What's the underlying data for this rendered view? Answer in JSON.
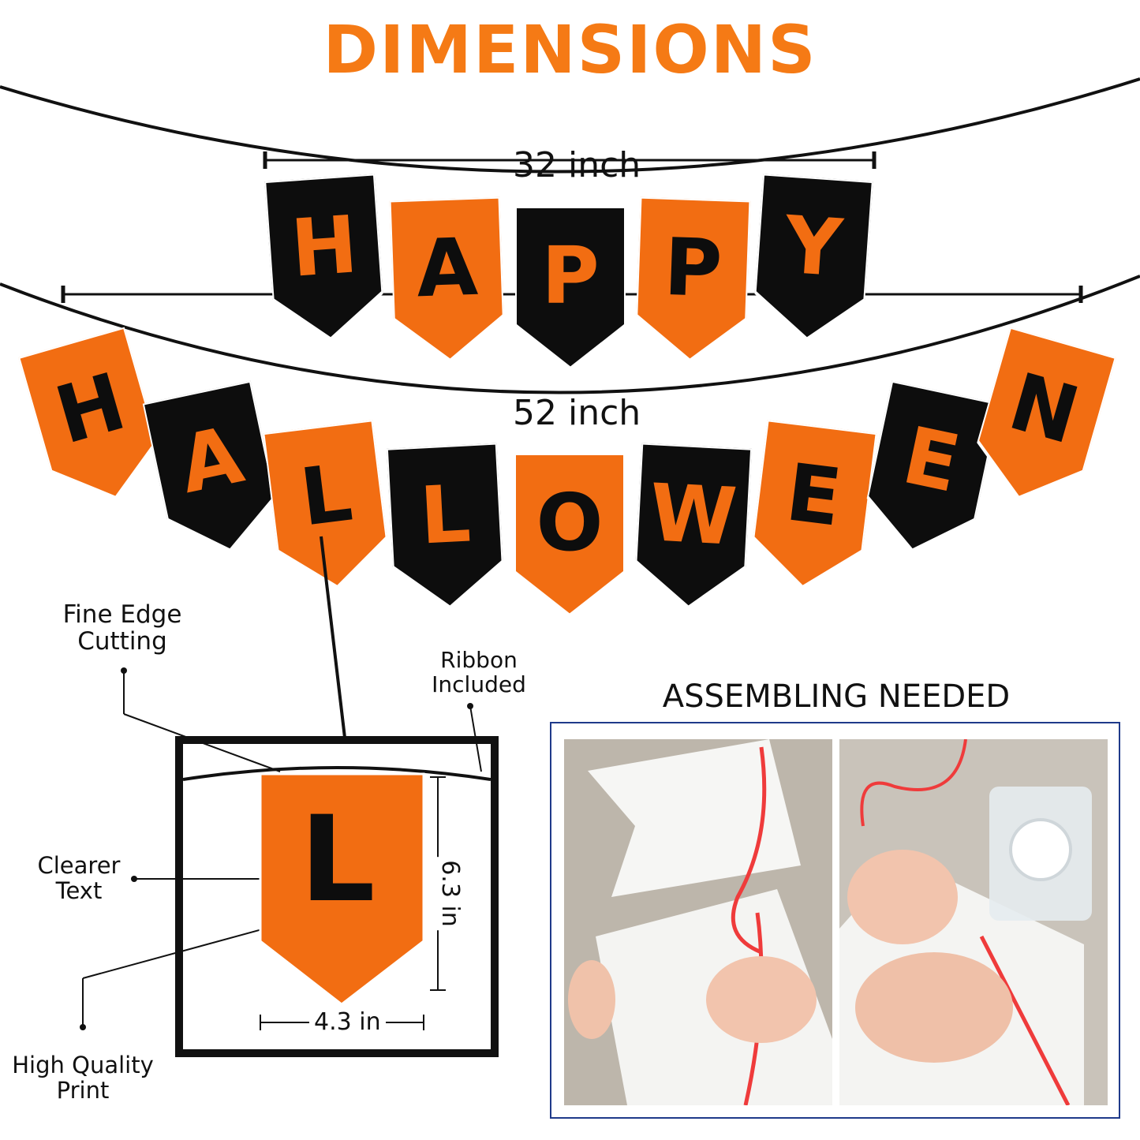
{
  "title": "DIMENSIONS",
  "dimensions": {
    "top_banner": "32 inch",
    "bottom_banner": "52 inch"
  },
  "banners": {
    "happy": [
      "H",
      "A",
      "P",
      "P",
      "Y"
    ],
    "halloween": [
      "H",
      "A",
      "L",
      "L",
      "O",
      "W",
      "E",
      "E",
      "N"
    ]
  },
  "detail": {
    "letter": "L",
    "height": "6.3 in",
    "width": "4.3 in"
  },
  "callouts": {
    "fine_edge": "Fine Edge\nCutting",
    "ribbon": "Ribbon\nIncluded",
    "clearer_text": "Clearer\nText",
    "high_quality": "High Quality\nPrint"
  },
  "assembling": {
    "title": "ASSEMBLING NEEDED"
  },
  "colors": {
    "orange": "#f57a15",
    "flag_orange": "#f26d12",
    "flag_black": "#0d0d0d",
    "frame_blue": "#1f3a8a"
  }
}
